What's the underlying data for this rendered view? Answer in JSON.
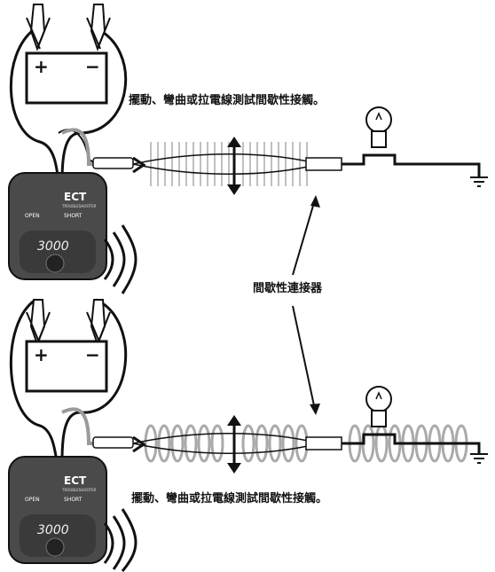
{
  "caption_top": "擺動、彎曲或拉電線測試間歇性接觸。",
  "caption_bottom": "擺動、彎曲或拉電線測試間歇性接觸。",
  "connector_label": "間歇性連接器",
  "battery": {
    "plus": "+",
    "minus": "−"
  },
  "tester": {
    "brand": "ECT",
    "sub": "TROUBLESHOOTER",
    "open_label": "OPEN",
    "short_label": "SHORT",
    "model": "3000"
  },
  "colors": {
    "line": "#111111",
    "grey": "#9a9a9a",
    "tester_body": "#4a4a4a",
    "tester_dark": "#222222"
  }
}
